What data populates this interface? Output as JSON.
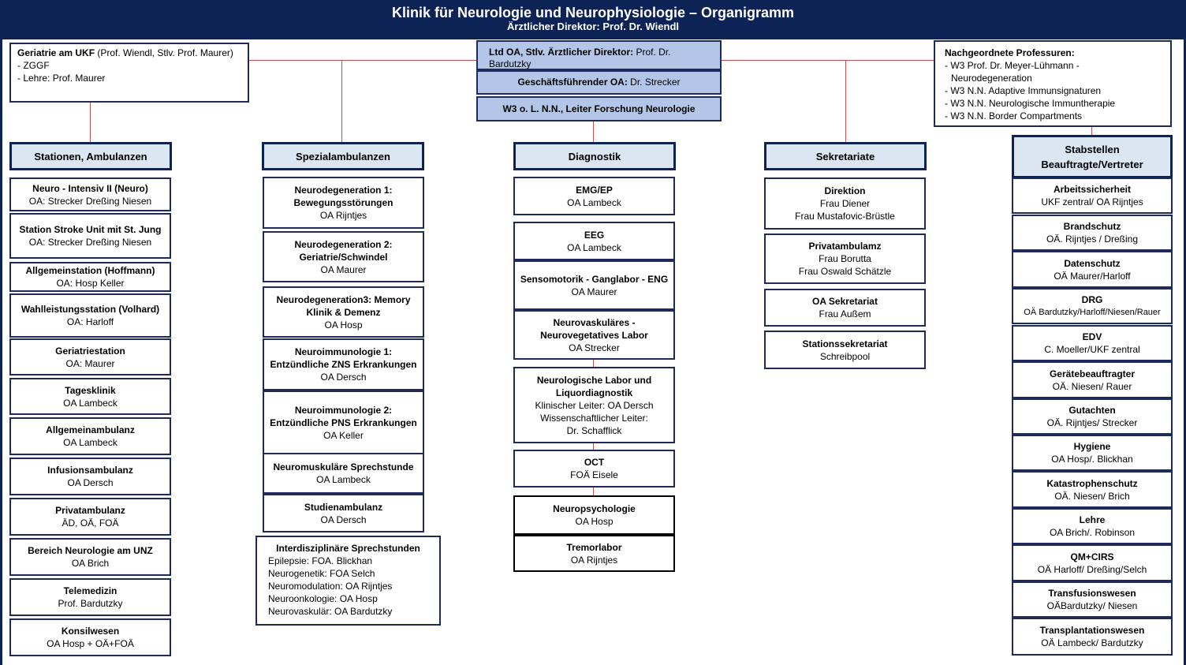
{
  "header": {
    "title": "Klinik für Neurologie und Neurophysiologie – Organigramm",
    "subtitle": "Ärztlicher Direktor: Prof. Dr. Wiendl"
  },
  "top": {
    "geriatrie": {
      "title": "Geriatrie am UKF",
      "title_rest": " (Prof. Wiendl, Stlv. Prof. Maurer)",
      "line1": "- ZGGF",
      "line2": "- Lehre: Prof. Maurer"
    },
    "ltd_oa": {
      "label": "Ltd OA, Stlv. Ärztlicher Direktor:",
      "value": " Prof. Dr. Bardutzky"
    },
    "gf_oa": {
      "label": "Geschäftsführender OA:",
      "value": " Dr. Strecker"
    },
    "w3": {
      "label": "W3 o. L. N.N., Leiter Forschung Neurologie"
    },
    "professuren": {
      "title": "Nachgeordnete Professuren:",
      "items": [
        "- W3 Prof. Dr. Meyer-Lühmann -",
        "   Neurodegeneration",
        "- W3 N.N. Adaptive Immunsignaturen",
        "- W3 N.N. Neurologische Immuntherapie",
        "- W3 N.N. Border Compartments"
      ]
    }
  },
  "columns": {
    "stationen": {
      "header": "Stationen, Ambulanzen",
      "items": [
        {
          "title": "Neuro - Intensiv II (Neuro)",
          "sub": "OA: Strecker Dreßing Niesen"
        },
        {
          "title": "Station Stroke Unit mit St. Jung",
          "sub": "OA: Strecker Dreßing Niesen"
        },
        {
          "title": "Allgemeinstation (Hoffmann)",
          "sub": "OA: Hosp  Keller"
        },
        {
          "title": "Wahlleistungsstation (Volhard)",
          "sub": "OA: Harloff"
        },
        {
          "title": "Geriatriestation",
          "sub": "OA: Maurer"
        },
        {
          "title": "Tagesklinik",
          "sub": "OA Lambeck"
        },
        {
          "title": "Allgemeinambulanz",
          "sub": "OA Lambeck"
        },
        {
          "title": "Infusionsambulanz",
          "sub": "OA Dersch"
        },
        {
          "title": "Privatambulanz",
          "sub": "ÄD, OÄ, FOÄ"
        },
        {
          "title": "Bereich Neurologie am UNZ",
          "sub": "OA Brich"
        },
        {
          "title": "Telemedizin",
          "sub": "Prof. Bardutzky"
        },
        {
          "title": "Konsilwesen",
          "sub": "OA Hosp + OÄ+FOÄ"
        }
      ]
    },
    "spezial": {
      "header": "Spezialambulanzen",
      "items": [
        {
          "title": "Neurodegeneration 1: Bewegungsstörungen",
          "sub": "OA Rijntjes"
        },
        {
          "title": "Neurodegeneration 2: Geriatrie/Schwindel",
          "sub": "OA Maurer"
        },
        {
          "title": "Neurodegeneration3: Memory Klinik & Demenz",
          "sub": "OA Hosp"
        },
        {
          "title": "Neuroimmunologie 1: Entzündliche ZNS Erkrankungen",
          "sub": "OA Dersch"
        },
        {
          "title": "Neuroimmunologie 2: Entzündliche PNS Erkrankungen",
          "sub": "OA Keller"
        },
        {
          "title": "Neuromuskuläre Sprechstunde",
          "sub": "OA Lambeck"
        },
        {
          "title": "Studienambulanz",
          "sub": "OA Dersch"
        }
      ],
      "inter": {
        "title": "Interdisziplinäre Sprechstunden",
        "lines": [
          "Epilepsie: FOA. Blickhan",
          "Neurogenetik: FOA Selch",
          "Neuromodulation: OA Rijntjes",
          "Neuroonkologie: OA Hosp",
          "Neurovaskulär: OA Bardutzky"
        ]
      }
    },
    "diagnostik": {
      "header": "Diagnostik",
      "items": [
        {
          "title": "EMG/EP",
          "sub": "OA Lambeck"
        },
        {
          "title": "EEG",
          "sub": "OA Lambeck"
        },
        {
          "title": "Sensomotorik - Ganglabor - ENG",
          "sub": "OA Maurer"
        },
        {
          "title": "Neurovaskuläres - Neurovegetatives Labor",
          "sub": "OA Strecker"
        }
      ],
      "labor": {
        "title": "Neurologische Labor und Liquordiagnostik",
        "lines": [
          "Klinischer Leiter: OA Dersch",
          "Wissenschaftlicher Leiter:",
          "Dr. Schafflick"
        ]
      },
      "oct": {
        "title": "OCT",
        "sub": "FOÄ Eisele"
      },
      "neuropsych": {
        "title": "Neuropsychologie",
        "sub": "OA Hosp"
      },
      "tremor": {
        "title": "Tremorlabor",
        "sub": "OA Rijntjes"
      }
    },
    "sekretariate": {
      "header": "Sekretariate",
      "items": [
        {
          "title": "Direktion",
          "lines": [
            "Frau Diener",
            "Frau Mustafovic-Brüstle"
          ]
        },
        {
          "title": "Privatambulamz",
          "lines": [
            "Frau Borutta",
            "Frau Oswald Schätzle"
          ]
        },
        {
          "title": "OA Sekretariat",
          "lines": [
            "Frau Außem"
          ]
        },
        {
          "title": "Stationssekretariat",
          "lines": [
            "Schreibpool"
          ]
        }
      ]
    },
    "stabstellen": {
      "header1": "Stabstellen",
      "header2": "Beauftragte/Vertreter",
      "items": [
        {
          "title": "Arbeitssicherheit",
          "sub": "UKF zentral/ OA Rijntjes"
        },
        {
          "title": "Brandschutz",
          "sub": "OÄ. Rijntjes / Dreßing"
        },
        {
          "title": "Datenschutz",
          "sub": "OÄ Maurer/Harloff"
        },
        {
          "title": "DRG",
          "sub": "OÄ Bardutzky/Harloff/Niesen/Rauer"
        },
        {
          "title": "EDV",
          "sub": "C. Moeller/UKF zentral"
        },
        {
          "title": "Gerätebeauftragter",
          "sub": "OÄ. Niesen/ Rauer"
        },
        {
          "title": "Gutachten",
          "sub": "OÄ. Rijntjes/ Strecker"
        },
        {
          "title": "Hygiene",
          "sub": "OA Hosp/. Blickhan"
        },
        {
          "title": "Katastrophenschutz",
          "sub": "OÄ. Niesen/ Brich"
        },
        {
          "title": "Lehre",
          "sub": "OA Brich/. Robinson"
        },
        {
          "title": "QM+CIRS",
          "sub": "OÄ Harloff/ Dreßing/Selch"
        },
        {
          "title": "Transfusionswesen",
          "sub": "OÄBardutzky/ Niesen"
        },
        {
          "title": "Transplantationswesen",
          "sub": "OÄ Lambeck/ Bardutzky"
        }
      ]
    }
  },
  "colors": {
    "navy": "#0d2355",
    "header_fill": "#dce6f2",
    "blue_fill": "#b4c6e7",
    "connector": "#c0504d"
  }
}
